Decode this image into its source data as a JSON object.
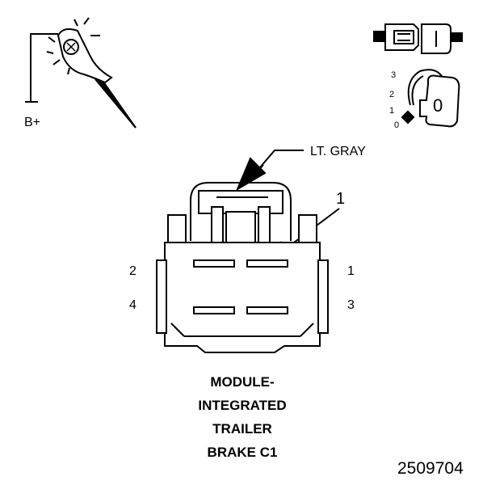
{
  "test_light": {
    "label": "B+"
  },
  "key_switch": {
    "positions": [
      "3",
      "2",
      "1",
      "0"
    ],
    "key_symbol": "0"
  },
  "wire_color_label": "LT. GRAY",
  "callout_number": "1",
  "pins": {
    "p1": "1",
    "p2": "2",
    "p3": "3",
    "p4": "4"
  },
  "connector_title": [
    "MODULE-",
    "INTEGRATED",
    "TRAILER",
    "BRAKE C1"
  ],
  "figure_number": "2509704",
  "colors": {
    "ink": "#000000",
    "background": "#ffffff"
  }
}
